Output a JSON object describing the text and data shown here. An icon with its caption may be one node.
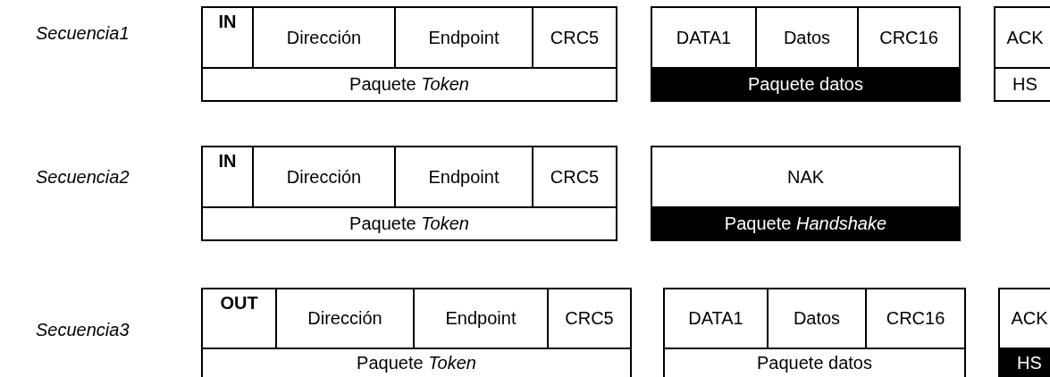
{
  "diagram": {
    "labels": [
      "Secuencia1",
      "IN",
      "Dirección",
      "Endpoint",
      "CRC5",
      "DATA1",
      "Datos",
      "CRC16",
      "ACK",
      "Paquete *Token*",
      "Paquete datos",
      "HS",
      "Secuencia2",
      "IN",
      "Dirección",
      "Endpoint",
      "CRC5",
      "NAK",
      "Paquete *Token*",
      "Paquete *Handshake*",
      "Secuencia3",
      "OUT",
      "Dirección",
      "Endpoint",
      "CRC5",
      "DATA1",
      "Datos",
      "CRC16",
      "ACK",
      "Paquete *Token*",
      "Paquete datos",
      "HS"
    ]
  }
}
